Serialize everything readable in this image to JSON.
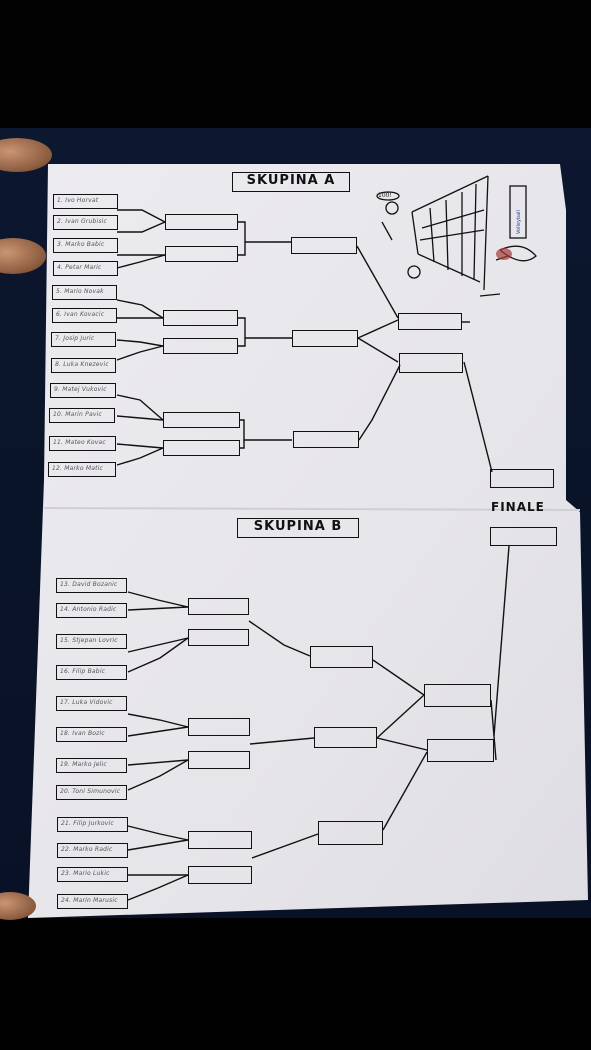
{
  "headings": {
    "group_a": "SKUPINA  A",
    "group_b": "SKUPINA  B",
    "final": "FINALE"
  },
  "players_a": [
    "1. Ivo Horvat",
    "2. Ivan Grubisic",
    "3. Marko Babic",
    "4. Petar Maric",
    "5. Mario Novak",
    "6. Ivan Kovacic",
    "7. Josip Juric",
    "8. Luka Knezevic",
    "9. Matej Vukovic",
    "10. Marin Pavic",
    "11. Mateo Kovac",
    "12. Marko Matic"
  ],
  "players_b": [
    "13. David Bozanic",
    "14. Antonio Radic",
    "15. Stjepan Lovric",
    "16. Filip Babic",
    "17. Luka Vidovic",
    "18. Ivan Bozic",
    "19. Marko Jelic",
    "20. Toni Simunovic",
    "21. Filip Jurkovic",
    "22. Marko Radic",
    "23. Mario Lukic",
    "24. Marin Marusic"
  ],
  "drawing": {
    "icon": "volleyball-net-sketch-icon",
    "halo_text": "100!",
    "scoreboard_text": "Volleyball"
  },
  "colors": {
    "paper": "#eae9ee",
    "ink": "#111111",
    "background": "#0b1530"
  }
}
